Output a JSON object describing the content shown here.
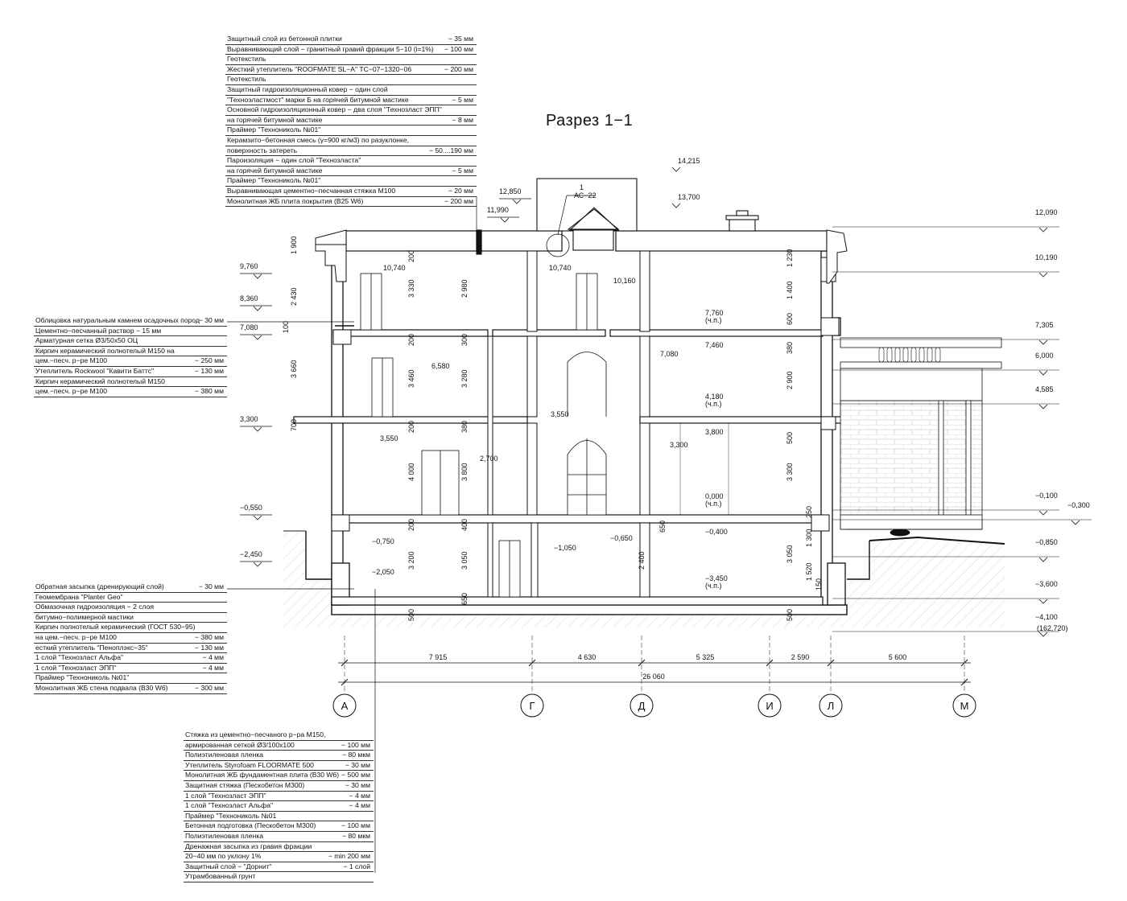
{
  "title": "Разрез 1−1",
  "roof_spec": [
    {
      "t": "Защитный слой из бетонной плитки",
      "v": "− 35 мм"
    },
    {
      "t": "Выравнивающий слой − гранитный гравий фракции 5−10 (i=1%)",
      "v": "− 100 мм"
    },
    {
      "t": "Геотекстиль",
      "v": ""
    },
    {
      "t": "Жесткий утеплитель \"ROOFMATE SL−A\" ТС−07−1320−06",
      "v": "− 200 мм"
    },
    {
      "t": "Геотекстиль",
      "v": ""
    },
    {
      "t": "Защитный гидроизоляционный ковер − один слой",
      "v": ""
    },
    {
      "t": "\"Техноэластмост\" марки Б на горячей битумной мастике",
      "v": "− 5 мм"
    },
    {
      "t": "Основной гидроизоляционный ковер − два слоя \"Технозласт ЭПП\"",
      "v": ""
    },
    {
      "t": "на горячей битумной мастике",
      "v": "− 8 мм"
    },
    {
      "t": "Праймер \"Технониколь №01\"",
      "v": ""
    },
    {
      "t": "Керамзито−бетонная смесь (γ=900 кг/м3) по разуклонке,",
      "v": ""
    },
    {
      "t": "поверхность затереть",
      "v": "− 50....190 мм"
    },
    {
      "t": "Пароизоляция − один слой \"Технозласта\"",
      "v": ""
    },
    {
      "t": "на горячей битумной мастике",
      "v": "− 5 мм"
    },
    {
      "t": "Праймер \"Технониколь №01\"",
      "v": ""
    },
    {
      "t": "Выравнивающая цементно−песчанная стяжка М100",
      "v": "− 20 мм"
    },
    {
      "t": "Монолитная ЖБ плита покрытия (В25 W6)",
      "v": "− 200 мм"
    }
  ],
  "wall_spec": [
    {
      "t": "Облицовка натуральным камнем осадочных пород",
      "v": "− 30 мм"
    },
    {
      "t": "Цементно−песчанный раствор   − 15 мм",
      "v": ""
    },
    {
      "t": "Арматурная сетка Ø3/50х50 ОЦ",
      "v": ""
    },
    {
      "t": "Кирпич керамический полнотелый М150 на",
      "v": ""
    },
    {
      "t": "цем.−песч. р−ре М100",
      "v": "− 250 мм"
    },
    {
      "t": "Утеплитель Rockwool \"Кавити Баттс\"",
      "v": "− 130 мм"
    },
    {
      "t": "Кирпич керамический полнотелый М150",
      "v": ""
    },
    {
      "t": "цем.−песч. р−ре М100",
      "v": "− 380 мм"
    }
  ],
  "basement_spec": [
    {
      "t": "Обратная засыпка (дренирующий слой)",
      "v": "− 30 мм"
    },
    {
      "t": "Геомембрана \"Planter Geo\"",
      "v": ""
    },
    {
      "t": "Обмазочная гидроизоляция − 2 слоя",
      "v": ""
    },
    {
      "t": "битумно−полимерной мастики",
      "v": ""
    },
    {
      "t": "Кирпич полнотелый керамический (ГОСТ 530−95)",
      "v": ""
    },
    {
      "t": "на цем.−песч. р−ре М100",
      "v": "− 380 мм"
    },
    {
      "t": "есткий утеплитель \"Пеноплэкс−35\"",
      "v": "− 130 мм"
    },
    {
      "t": "1 слой \"Технозласт Альфа\"",
      "v": "− 4 мм"
    },
    {
      "t": "1 слой \"Технозласт ЭПП\"",
      "v": "− 4 мм"
    },
    {
      "t": "Праймер \"Технониколь №01\"",
      "v": ""
    },
    {
      "t": "Монолитная ЖБ стена подвала (В30 W6)",
      "v": "− 300 мм"
    }
  ],
  "floor_spec": [
    {
      "t": "Стяжка из цементно−песчаного р−ра М150,",
      "v": ""
    },
    {
      "t": "армированная сеткой  Ø3/100х100",
      "v": "− 100 мм"
    },
    {
      "t": "Полиэтиленовая пленка",
      "v": "− 80 мкм"
    },
    {
      "t": "Утеплитель Styrofoam FLOORMATE 500",
      "v": "− 30 мм"
    },
    {
      "t": " Монолитная ЖБ фундаментная плита (В30 W6)",
      "v": "− 500 мм"
    },
    {
      "t": "Защитная стяжка (Пескобетон М300)",
      "v": "− 30 мм"
    },
    {
      "t": "1 слой \"Технозласт ЭПП\"",
      "v": "− 4 мм"
    },
    {
      "t": "1 слой \"Технозласт Альфа\"",
      "v": "− 4 мм"
    },
    {
      "t": "Праймер \"Технониколь №01",
      "v": ""
    },
    {
      "t": "Бетонная подготовка (Пескобетон М300)",
      "v": "− 100 мм"
    },
    {
      "t": "Полиэтиленовая пленка",
      "v": "− 80 мкм"
    },
    {
      "t": "Дренажная засыпка из гравия фракции",
      "v": ""
    },
    {
      "t": "20−40 мм  по уклону 1%",
      "v": "− min 200 мм"
    },
    {
      "t": "Защитный слой − \"Дорнит\"",
      "v": "− 1 слой"
    },
    {
      "t": "Утрамбованный грунт",
      "v": ""
    }
  ],
  "levels_left": [
    "12,850",
    "11,990",
    "9,760",
    "8,360",
    "7,080",
    "3,300",
    "−0,550",
    "−2,450"
  ],
  "levels_right": [
    "12,090",
    "10,190",
    "7,305",
    "6,000",
    "4,585",
    "−0,100",
    "−0,300",
    "−0,850",
    "−3,600",
    "−4,100",
    "(162,720)"
  ],
  "levels_top": [
    "14,215",
    "13,700"
  ],
  "levels_inner": [
    "10,740",
    "10,740",
    "10,160",
    "7,760",
    "(ч.п.)",
    "7,460",
    "7,080",
    "6,580",
    "4,180",
    "(ч.п.)",
    "3,550",
    "3,550",
    "3,800",
    "3,300",
    "2,700",
    "0,000",
    "(ч.п.)",
    "−0,750",
    "−1,050",
    "−0,650",
    "−0,400",
    "−2,050",
    "−3,450",
    "(ч.п.)"
  ],
  "callout": {
    "num": "1",
    "ref": "АС−22"
  },
  "dims_vertical": [
    "1 900",
    "2 430",
    "100",
    "3 660",
    "700",
    "200",
    "3 330",
    "2 980",
    "200",
    "3 460",
    "300",
    "3 280",
    "200",
    "4 000",
    "380",
    "3 800",
    "200",
    "3 200",
    "400",
    "3 050",
    "650",
    "500",
    "2 400",
    "650",
    "1 230",
    "1 400",
    "600",
    "380",
    "2 900",
    "500",
    "3 300",
    "250",
    "1 300",
    "1 520",
    "150",
    "3 050",
    "500"
  ],
  "dims_horizontal": [
    "7 915",
    "4 630",
    "5 325",
    "2 590",
    "5 600",
    "26 060"
  ],
  "axes": [
    "А",
    "Г",
    "Д",
    "И",
    "Л",
    "М"
  ]
}
